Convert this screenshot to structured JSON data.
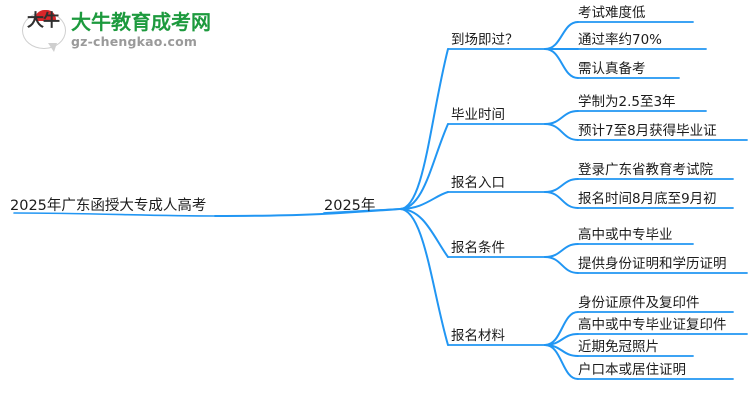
{
  "logo": {
    "mark_text": "大牛",
    "title": "大牛教育成考网",
    "subtitle": "gz-chengkao.com",
    "brand_green": "#1d9a3e",
    "brand_red": "#d8262a",
    "sub_gray": "#9a9a9a"
  },
  "mindmap": {
    "accent_color": "#2196f3",
    "root": {
      "label": "2025年广东函授大专成人高考"
    },
    "level2": {
      "label": "2025年"
    },
    "branches": [
      {
        "label": "到场即过？",
        "children": [
          "考试难度低",
          "通过率约70%",
          "需认真备考"
        ]
      },
      {
        "label": "毕业时间",
        "children": [
          "学制为2.5至3年",
          "预计7至8月获得毕业证"
        ]
      },
      {
        "label": "报名入口",
        "children": [
          "登录广东省教育考试院",
          "报名时间8月底至9月初"
        ]
      },
      {
        "label": "报名条件",
        "children": [
          "高中或中专毕业",
          "提供身份证明和学历证明"
        ]
      },
      {
        "label": "报名材料",
        "children": [
          "身份证原件及复印件",
          "高中或中专毕业证复印件",
          "近期免冠照片",
          "户口本或居住证明"
        ]
      }
    ]
  }
}
